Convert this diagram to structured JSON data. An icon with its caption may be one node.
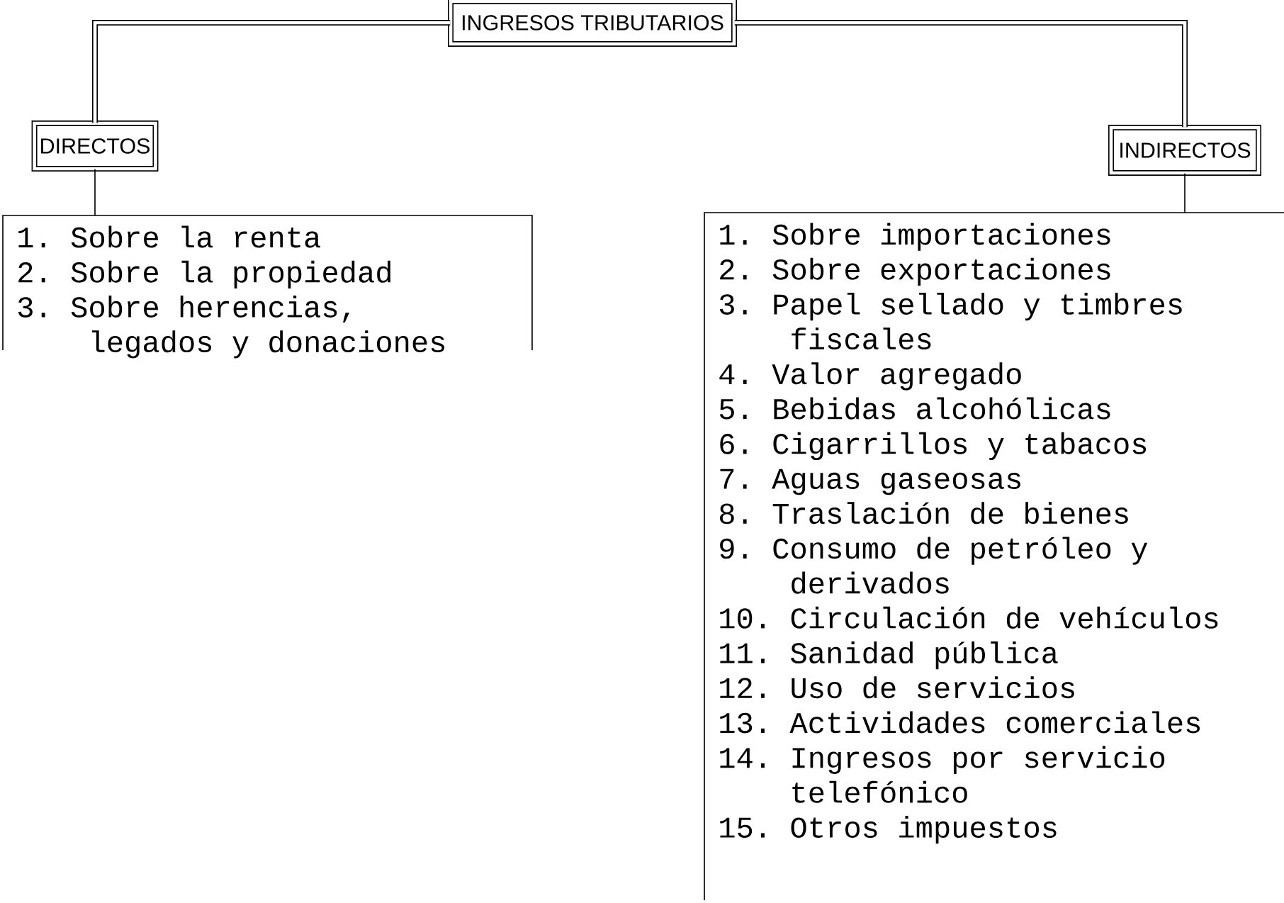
{
  "diagram": {
    "nodes": [
      {
        "text": [
          "INGRESOS TRIBUTARIOS"
        ]
      },
      {
        "text": [
          "DIRECTOS"
        ]
      },
      {
        "text": [
          "INDIRECTOS"
        ]
      },
      {
        "text": [
          "1. Sobre la renta",
          "2. Sobre la propiedad",
          "3. Sobre herencias, legados y donaciones"
        ]
      },
      {
        "text": [
          "1. Sobre importaciones",
          "2. Sobre exportaciones",
          "3. Papel sellado y timbres fiscales",
          "4. Valor agregado",
          "5. Bebidas alcohólicas",
          "6. Cigarrillos y tabacos",
          "7. Aguas gaseosas",
          "8. Traslación de bienes",
          "9. Consumo de petróleo y derivados",
          "10. Circulación de vehículos",
          "11. Sanidad pública",
          "12. Uso de servicios",
          "13. Actividades comerciales",
          "14. Ingresos por servicio telefónico",
          "15. Otros impuestos"
        ]
      }
    ],
    "edges": [
      {
        "from": 0,
        "to": 1,
        "arrow": "none",
        "style": "thick"
      },
      {
        "from": 0,
        "to": 2,
        "arrow": "none",
        "style": "thick"
      },
      {
        "from": 1,
        "to": 3,
        "arrow": "none"
      },
      {
        "from": 2,
        "to": 4,
        "arrow": "none"
      }
    ]
  }
}
